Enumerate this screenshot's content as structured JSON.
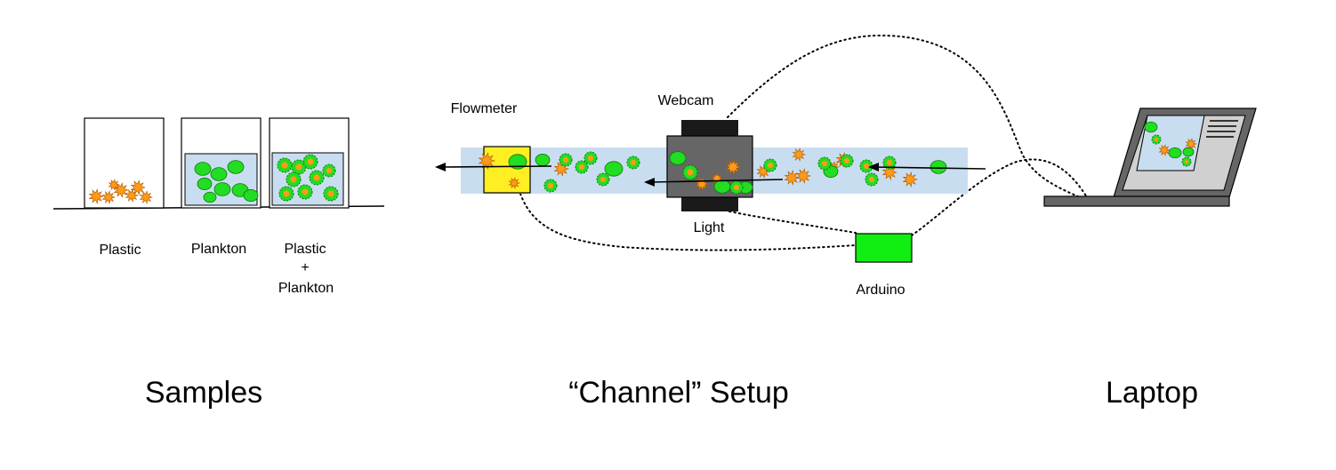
{
  "samples": {
    "title": "Samples",
    "labels": {
      "plastic": "Plastic",
      "plankton": "Plankton",
      "mixed_line1": "Plastic",
      "mixed_line2": "+",
      "mixed_line3": "Plankton"
    }
  },
  "channel": {
    "title": "“Channel” Setup",
    "flowmeter": "Flowmeter",
    "webcam": "Webcam",
    "light": "Light",
    "arduino": "Arduino"
  },
  "laptop": {
    "title": "Laptop"
  },
  "colors": {
    "water": "#c9ddf0",
    "plankton": "#22dd22",
    "plastic": "#ff9a1a",
    "flowmeter": "#ffee22",
    "camera_body": "#666666",
    "camera_cap": "#1a1a1a",
    "arduino": "#11ee11",
    "laptop_frame": "#666666",
    "laptop_screen": "#d0d0d0"
  },
  "icons": [
    "plastic-particle-icon",
    "plankton-icon",
    "flow-arrow-icon",
    "laptop-icon",
    "webcam-icon"
  ]
}
